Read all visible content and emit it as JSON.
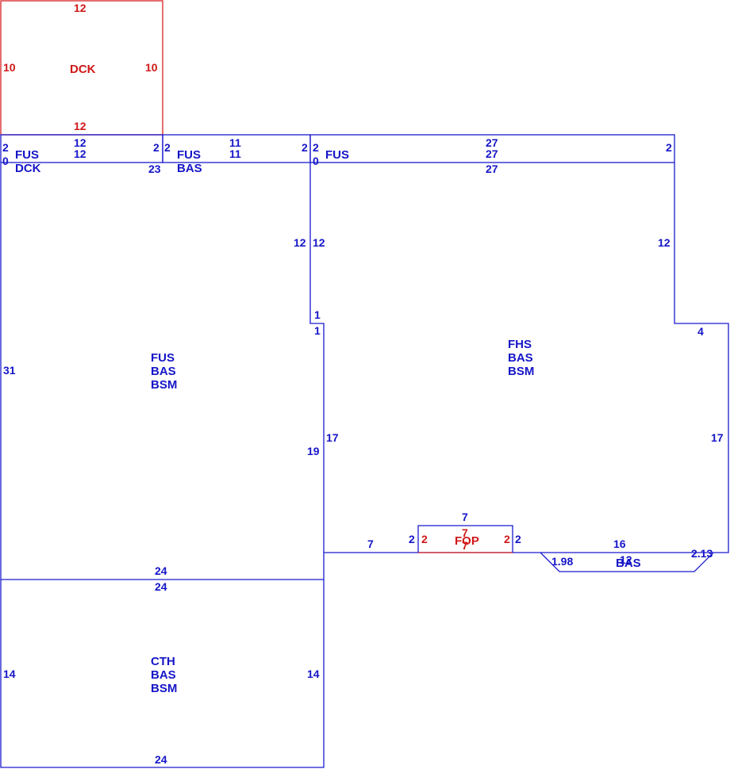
{
  "colors": {
    "primary": "#1515c8",
    "secondary": "#d01818",
    "background": "#ffffff"
  },
  "areas": {
    "deck_top": "DCK",
    "fus_dck": [
      "FUS",
      "DCK"
    ],
    "fus_bas": [
      "FUS",
      "BAS"
    ],
    "fus_top_right": "FUS",
    "fus_bas_bsm": [
      "FUS",
      "BAS",
      "BSM"
    ],
    "fhs_bas_bsm": [
      "FHS",
      "BAS",
      "BSM"
    ],
    "cth_bas_bsm": [
      "CTH",
      "BAS",
      "BSM"
    ],
    "fop": "FOP",
    "bay_bas": "BAS"
  },
  "dimensions": {
    "dck_top": "12",
    "dck_left": "10",
    "dck_right": "10",
    "dck_bottom": "12",
    "fus_dck_left": "2",
    "fus_dck_top": "12",
    "fus_dck_right": "2",
    "fus_dck_bottom": "12",
    "fus_dck_zero": "0",
    "fus_bas_left": "2",
    "fus_bas_top": "11",
    "fus_bas_bottom": "11",
    "fus_bas_right": "2",
    "fus_right_left": "2",
    "fus_right_zero": "0",
    "fus_right_top": "27",
    "fus_right_bottom": "27",
    "fus_right_right": "2",
    "main_top_left": "23",
    "main_left": "31",
    "main_bottom": "24",
    "notch_left_12": "12",
    "notch_right_12": "12",
    "notch_top_1": "1",
    "notch_1": "1",
    "main_right_19": "19",
    "fhs_left_17": "17",
    "fhs_top": "27",
    "fhs_right_12": "12",
    "fhs_step_4": "4",
    "fhs_right_17": "17",
    "fhs_bottom_7": "7",
    "fhs_bottom_16": "16",
    "fop_top": "7",
    "fop_left_blue": "2",
    "fop_left_red": "2",
    "fop_inner_top": "7",
    "fop_right_red": "2",
    "fop_right_blue": "2",
    "fop_bottom": "7",
    "bay_left": "1.98",
    "bay_mid": "12",
    "bay_right": "2.13",
    "cth_top": "24",
    "cth_left": "14",
    "cth_right": "14",
    "cth_bottom": "24"
  }
}
